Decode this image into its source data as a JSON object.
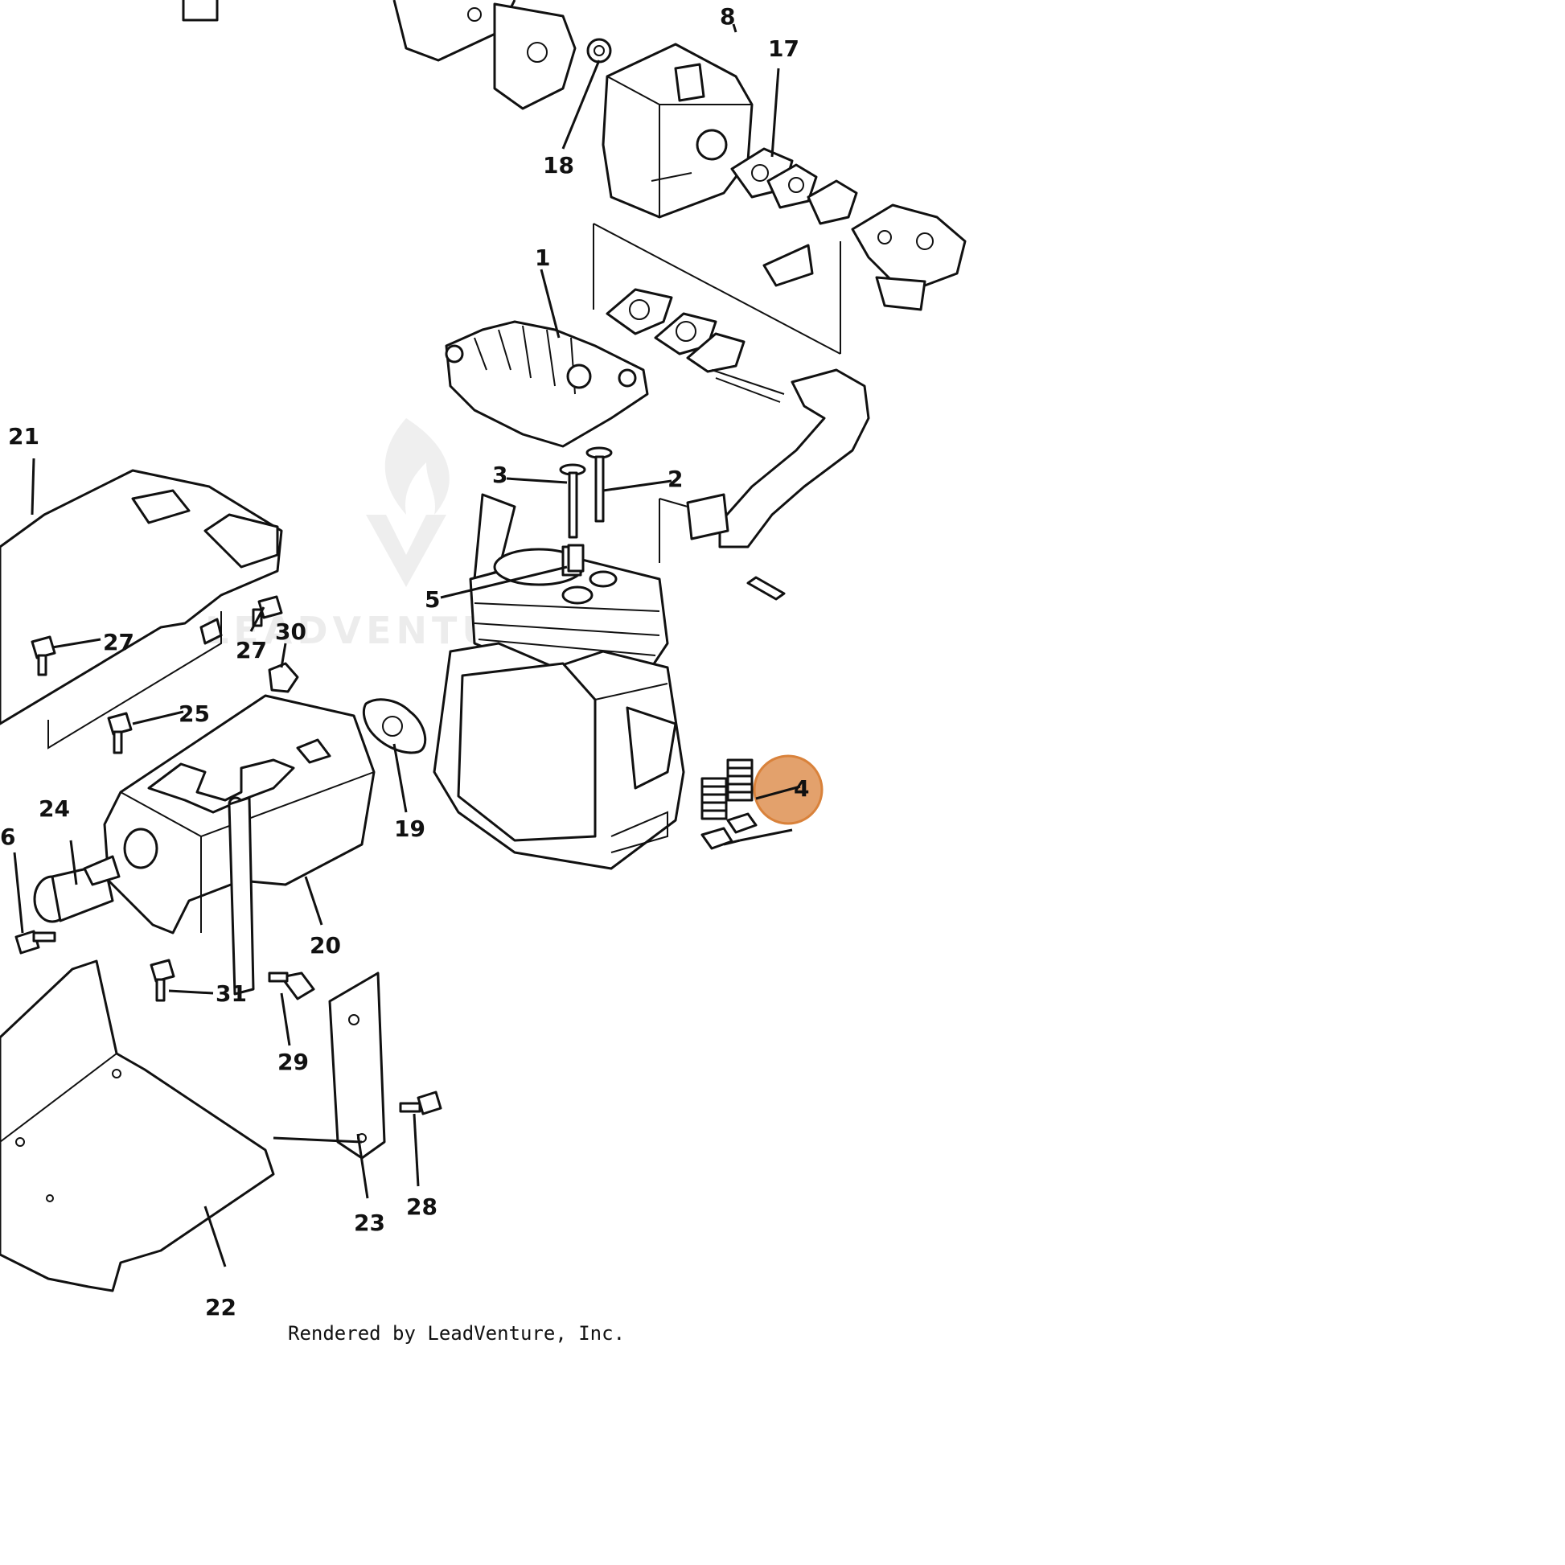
{
  "labels": {
    "l1": "1",
    "l2": "2",
    "l3": "3",
    "l4": "4",
    "l5": "5",
    "l6": "6",
    "l8": "8",
    "l17": "17",
    "l18": "18",
    "l19": "19",
    "l20": "20",
    "l21": "21",
    "l22": "22",
    "l23": "23",
    "l24": "24",
    "l25": "25",
    "l27a": "27",
    "l27b": "27",
    "l28": "28",
    "l29": "29",
    "l30": "30",
    "l31": "31"
  },
  "watermark": "LEADVENTURE",
  "footer": "Rendered by LeadVenture, Inc.",
  "highlight": {
    "part": "4",
    "color": "#d9823b"
  }
}
